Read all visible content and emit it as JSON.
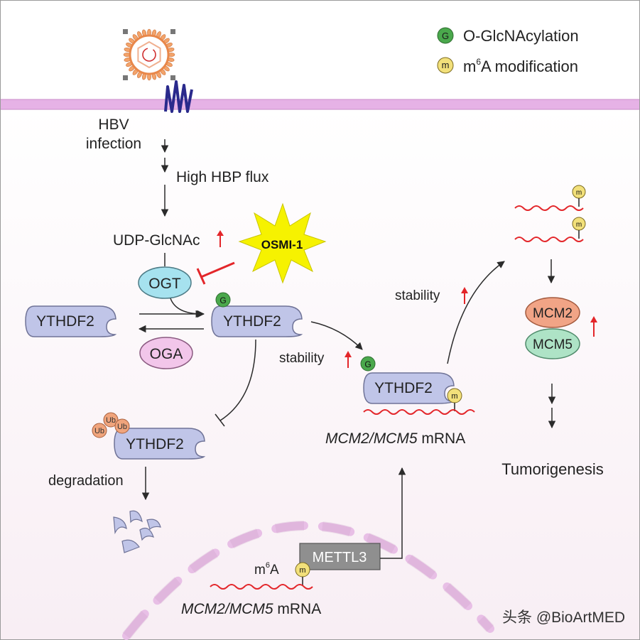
{
  "legend": {
    "glcnac_symbol": "G",
    "glcnac_label": "O-GlcNAcylation",
    "m6a_symbol": "m",
    "m6a_label_prefix": "m",
    "m6a_label_sup": "6",
    "m6a_label_suffix": "A modification"
  },
  "labels": {
    "hbv_line1": "HBV",
    "hbv_line2": "infection",
    "hbp_flux": "High HBP flux",
    "udp_glcnac": "UDP-GlcNAc",
    "osmi": "OSMI-1",
    "ogt": "OGT",
    "oga": "OGA",
    "ythdf2": "YTHDF2",
    "g": "G",
    "m": "m",
    "ub": "Ub",
    "degradation": "degradation",
    "stability": "stability",
    "mrna_gene1": "MCM2",
    "mrna_sep": "/",
    "mrna_gene2": "MCM5",
    "mrna_suffix": " mRNA",
    "mcm2": "MCM2",
    "mcm5": "MCM5",
    "tumorigenesis": "Tumorigenesis",
    "mettl3": "METTL3",
    "m6a_prefix": "m",
    "m6a_sup": "6",
    "m6a_suffix": "A",
    "watermark": "头条 @BioArtMED"
  },
  "colors": {
    "membrane": "#e6b2e6",
    "cytoplasm_top": "#ffffff",
    "cytoplasm_bottom": "#f8eef4",
    "protein_fill": "#c0c5e8",
    "protein_stroke": "#6f7397",
    "ogt_fill": "#a6e2ef",
    "oga_fill": "#f2c6ea",
    "glcnac_fill": "#4aa84c",
    "m6a_fill": "#f2e07a",
    "ub_fill": "#f0a47c",
    "mcm2_fill": "#f1a486",
    "mcm5_fill": "#aee3c6",
    "mettl3_fill": "#8f8f8f",
    "star_fill": "#f6f200",
    "red": "#e3262a",
    "receptor": "#2a2a8c",
    "nucleus": "#e8bfe6"
  }
}
